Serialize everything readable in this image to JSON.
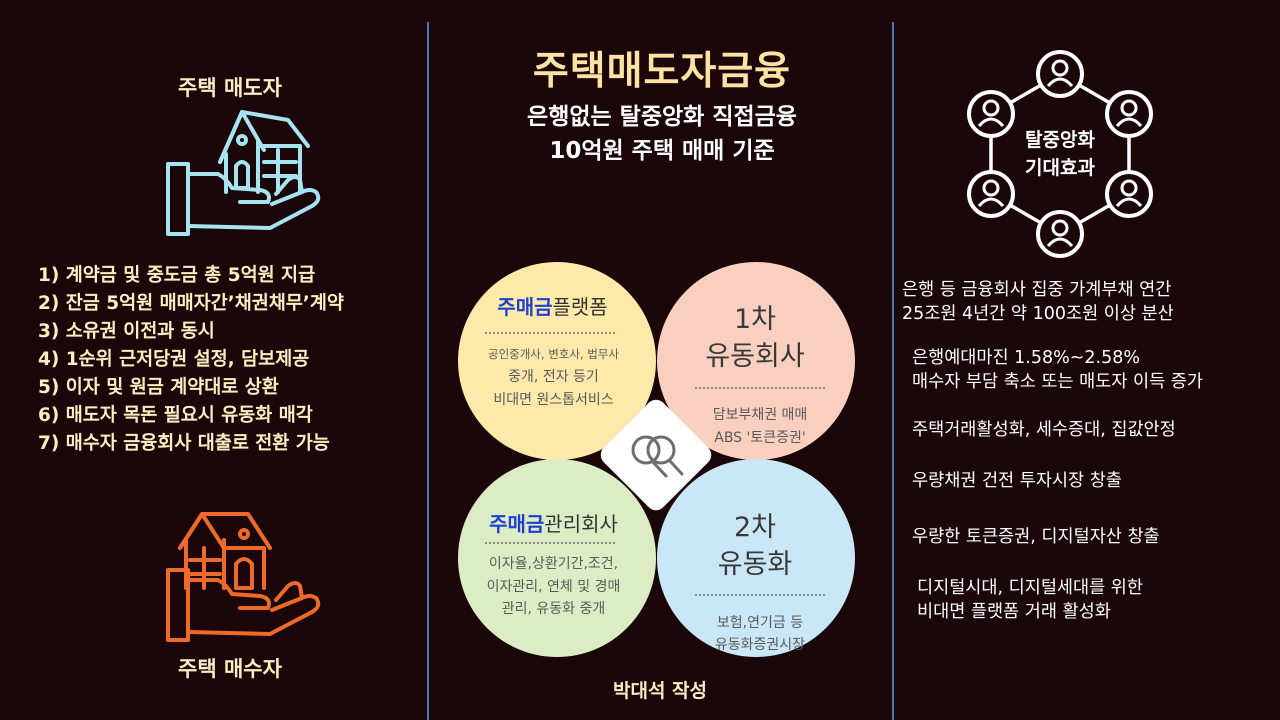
{
  "left": {
    "seller_label": "주택 매도자",
    "buyer_label": "주택 매수자",
    "steps": [
      "1) 계약금 및 중도금 총 5억원 지급",
      "2) 잔금 5억원 매매자간’채권채무’계약",
      "3) 소유권 이전과 동시",
      "4) 1순위 근저당권 설정, 담보제공",
      "5) 이자 및 원금 계약대로 상환",
      "6) 매도자 목돈 필요시 유동화 매각",
      "7) 매수자 금융회사 대출로 전환 가능"
    ],
    "seller_icon": "house-in-hand-icon",
    "buyer_icon": "house-in-hand-icon"
  },
  "center": {
    "title": "주택매도자금융",
    "subtitle_line1": "은행없는 탈중앙화 직접금융",
    "subtitle_line2": "10억원 주택 매매 기준",
    "author": "박대석 작성",
    "center_icon": "magnifier-icon",
    "circles": {
      "platform": {
        "title_prefix": "주매금",
        "title_suffix": "플랫폼",
        "line1": "공인중개사, 변호사, 법무사",
        "line2": "중개, 전자 등기",
        "line3": "비대면 원스톱서비스"
      },
      "first": {
        "title_line1": "1차",
        "title_line2": "유동회사",
        "line1": "담보부채권 매매",
        "line2": "ABS '토큰증권'"
      },
      "management": {
        "title_prefix": "주매금",
        "title_suffix": "관리회사",
        "line1": "이자율,상환기간,조건,",
        "line2": "이자관리, 연체 및 경매",
        "line3": "관리, 유동화 중개"
      },
      "second": {
        "title_line1": "2차",
        "title_line2": "유동화",
        "line1": "보험,연기금 등",
        "line2": "유동화증권시장"
      }
    },
    "colors": {
      "platform": "#fde9a9",
      "first": "#f9cfc0",
      "management": "#dcedc6",
      "second": "#c9e7f6",
      "brand_blue": "#1f3fd1"
    }
  },
  "right": {
    "network_label_line1": "탈중앙화",
    "network_label_line2": "기대효과",
    "network_icon": "people-network-icon",
    "effects": [
      [
        "은행 등 금융회사 집중 가계부채 연간",
        "25조원 4년간 약 100조원 이상 분산"
      ],
      [
        "은행예대마진 1.58%~2.58%",
        "매수자 부담 축소 또는 매도자 이득 증가"
      ],
      [
        "주택거래활성화, 세수증대, 집값안정"
      ],
      [
        "우량채권 건전 투자시장 창출"
      ],
      [
        "우량한 토큰증권, 디지털자산 창출"
      ],
      [
        "디지털시대, 디지털세대를 위한",
        "비대면 플랫폼 거래 활성화"
      ]
    ]
  }
}
